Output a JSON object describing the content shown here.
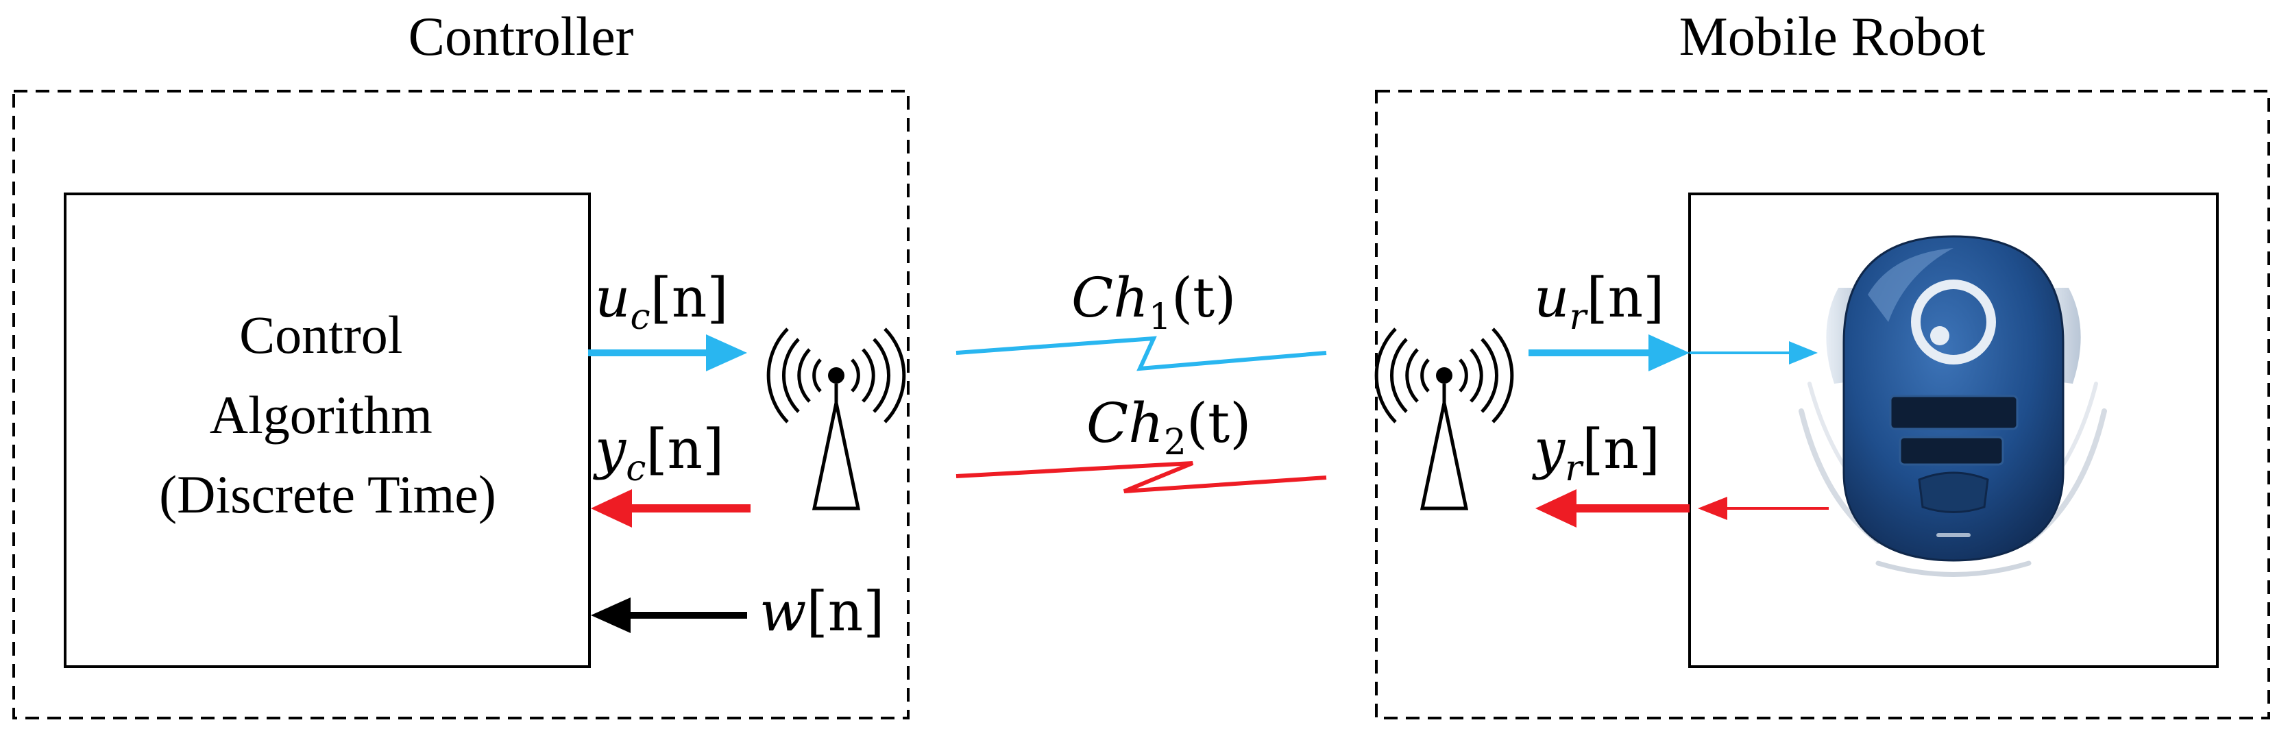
{
  "controller": {
    "title": "Controller",
    "block_lines": [
      "Control",
      "Algorithm",
      "(Discrete Time)"
    ],
    "signals": {
      "uc": {
        "base": "u",
        "sub": "c",
        "arg": "[n]"
      },
      "yc": {
        "base": "y",
        "sub": "c",
        "arg": "[n]"
      },
      "w": {
        "base": "w",
        "sub": "",
        "arg": "[n]"
      }
    }
  },
  "channels": {
    "ch1": {
      "base": "Ch",
      "sub": "1",
      "arg": "(t)"
    },
    "ch2": {
      "base": "Ch",
      "sub": "2",
      "arg": "(t)"
    }
  },
  "robot": {
    "title": "Mobile Robot",
    "signals": {
      "ur": {
        "base": "u",
        "sub": "r",
        "arg": "[n]"
      },
      "yr": {
        "base": "y",
        "sub": "r",
        "arg": "[n]"
      }
    }
  },
  "colors": {
    "forward": "#29b6f0",
    "feedback": "#ee1c24",
    "disturbance": "#000000",
    "robot_body": "#1f4e8c"
  }
}
